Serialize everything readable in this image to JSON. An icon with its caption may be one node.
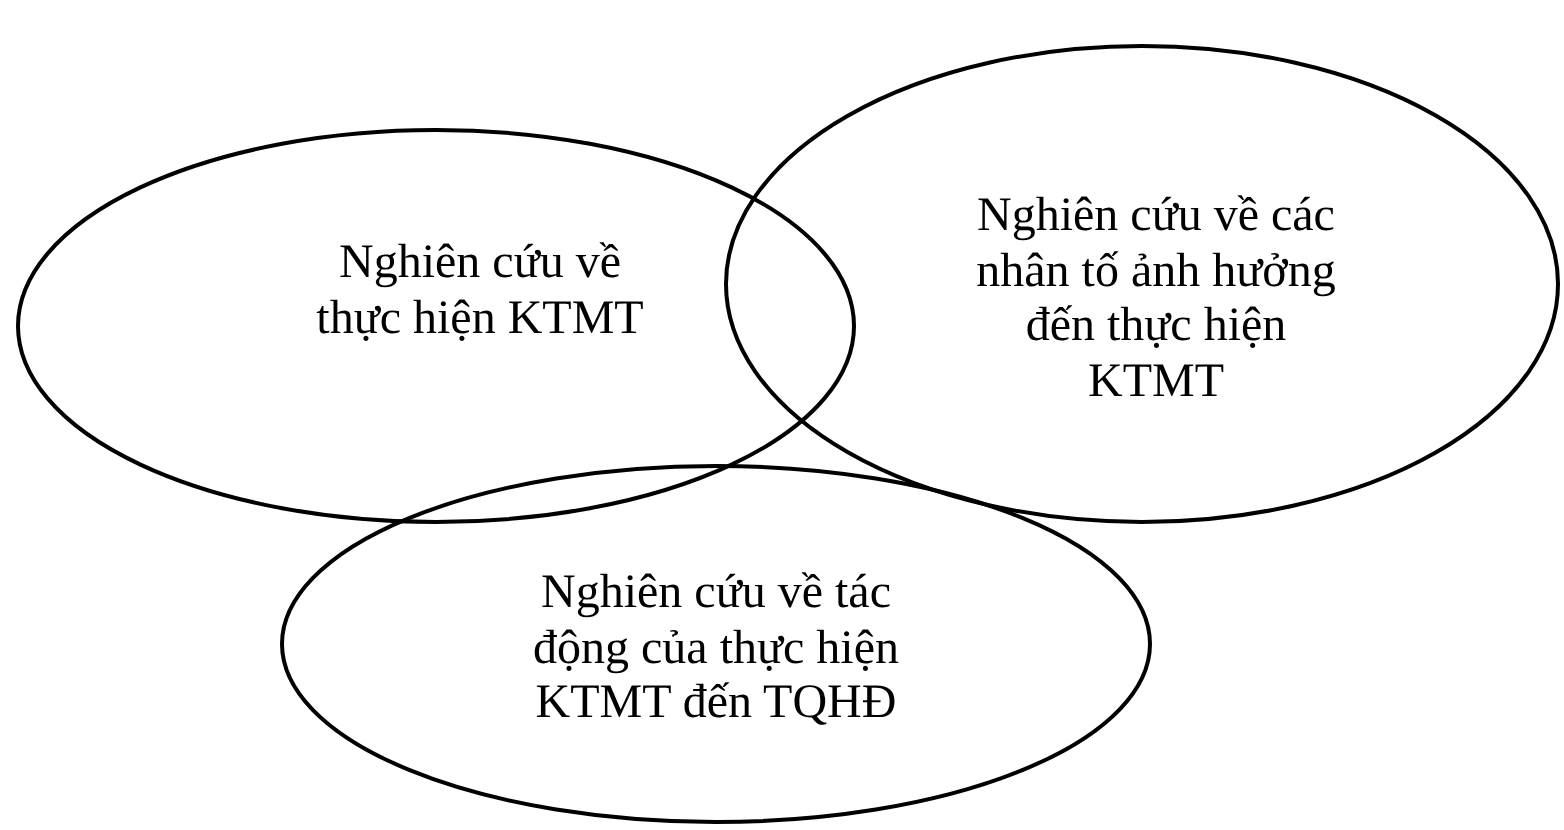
{
  "diagram": {
    "nodes": [
      {
        "text": [
          "Nghiên cứu về thực hiện KTMT"
        ]
      },
      {
        "text": [
          "Nghiên cứu về các nhân tố ảnh hưởng đến thực hiện KTMT"
        ]
      },
      {
        "text": [
          "Nghiên cứu về tác động của thực hiện KTMT đến TQHĐ"
        ]
      }
    ]
  }
}
